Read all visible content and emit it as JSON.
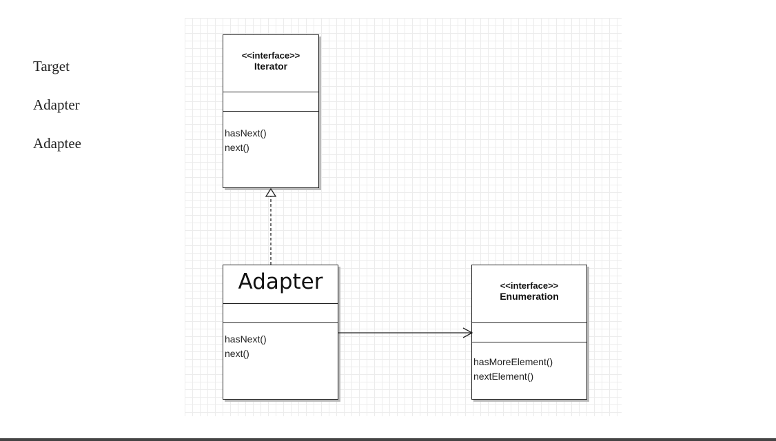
{
  "roles": [
    "Target",
    "Adapter",
    "Adaptee"
  ],
  "iterator": {
    "stereotype": "<<interface>>",
    "name": "Iterator",
    "methods": [
      "hasNext()",
      "next()"
    ]
  },
  "adapter": {
    "name": "Adapter",
    "methods": [
      "hasNext()",
      "next()"
    ]
  },
  "enumeration": {
    "stereotype": "<<interface>>",
    "name": "Enumeration",
    "methods": [
      "hasMoreElement()",
      "nextElement()"
    ]
  },
  "colors": {
    "line": "#222222",
    "grid": "#ececec"
  }
}
